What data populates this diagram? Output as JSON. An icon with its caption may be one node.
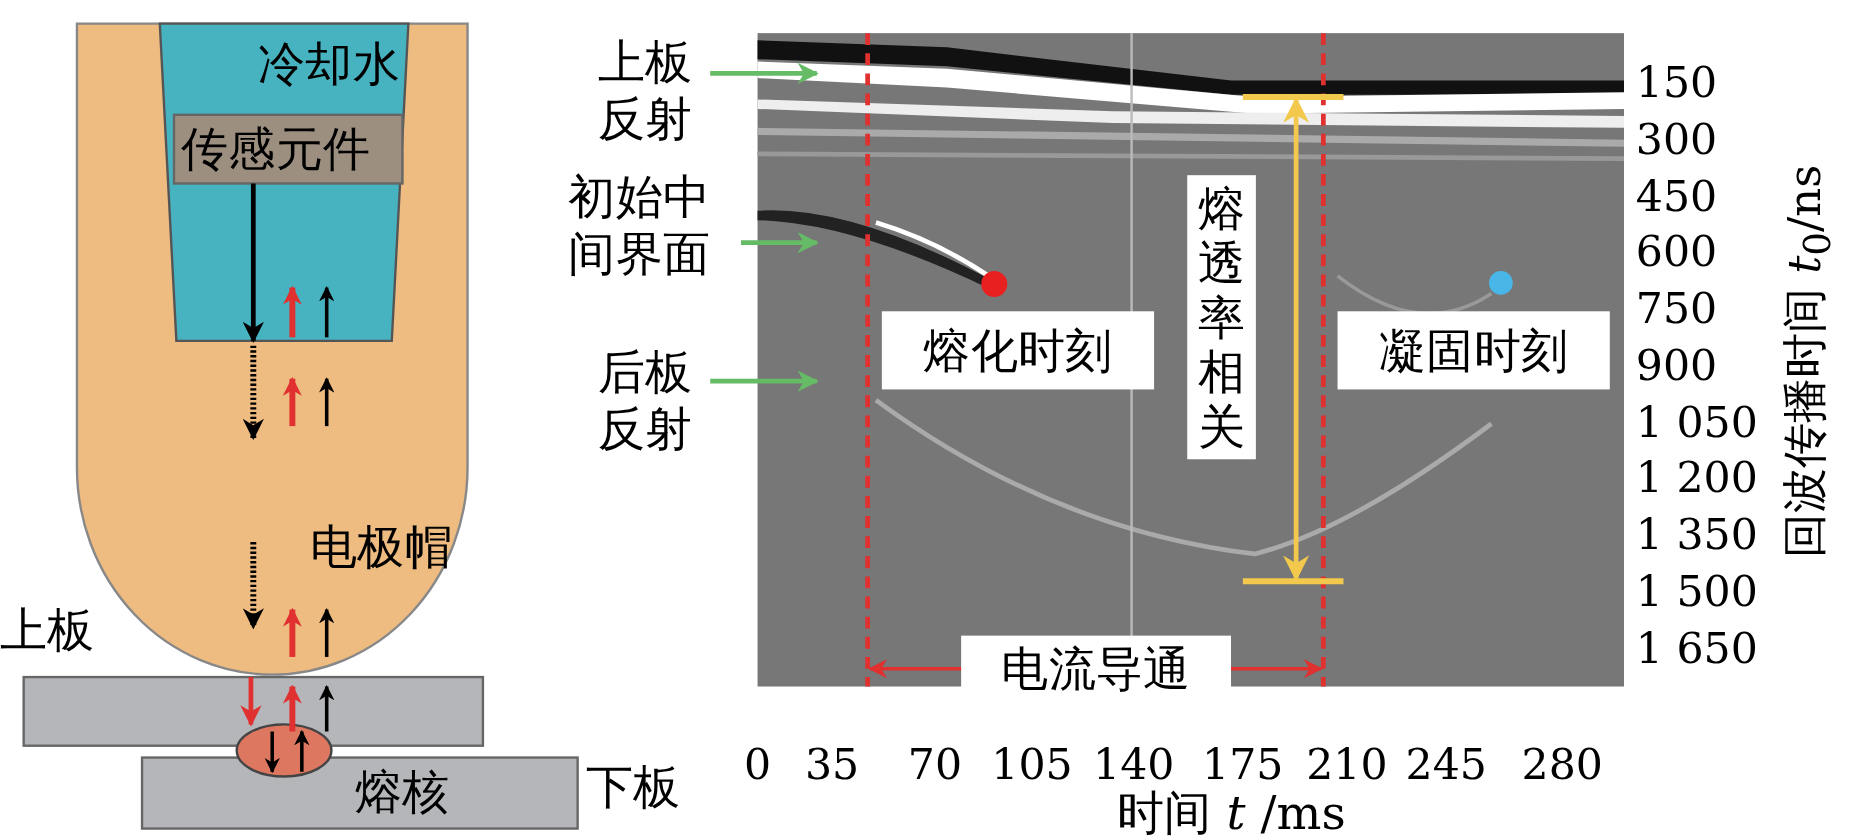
{
  "diagram": {
    "nodes": [
      {
        "text": [
          "电极帽"
        ]
      },
      {
        "text": [
          "冷却水"
        ],
        "in": 0
      },
      {
        "text": [
          "传感元件"
        ],
        "in": 1
      },
      {
        "text": [
          "上板"
        ]
      },
      {
        "text": [
          "熔核",
          "下板"
        ]
      },
      {
        "text": [],
        "shape": "ellipse"
      },
      {
        "text": [],
        "shape": "picture"
      },
      {
        "text": [
          "上板反射"
        ]
      },
      {
        "text": [
          "初始中间界面"
        ]
      },
      {
        "text": [
          "后板反射"
        ]
      },
      {
        "text": [
          "熔化时刻"
        ],
        "in": 6
      },
      {
        "text": [
          "熔透率相关"
        ],
        "in": 6
      },
      {
        "text": [
          "凝固时刻"
        ],
        "in": 6
      },
      {
        "text": [
          "电流导通"
        ],
        "in": 6
      }
    ],
    "edges": [
      {
        "from": 7,
        "to": 6,
        "arrow": "to",
        "color": "#66bb66"
      },
      {
        "from": 8,
        "to": 6,
        "arrow": "to",
        "color": "#66bb66"
      },
      {
        "from": 9,
        "to": 6,
        "arrow": "to",
        "color": "#66bb66"
      },
      {
        "from": 2,
        "to": 1,
        "arrow": "to",
        "color": "#000000"
      },
      {
        "from": 3,
        "to": 5,
        "arrow": "to",
        "color": "#e03030"
      }
    ],
    "labels": [
      "150",
      "300",
      "450",
      "600",
      "750",
      "900",
      "1 050",
      "1 200",
      "1 350",
      "1 500",
      "1 650",
      "回波传播时间 *t*$_{0}$/ns",
      "0",
      "35",
      "70",
      "105",
      "140",
      "175",
      "210",
      "245",
      "280",
      "时间 *t* /ms"
    ]
  }
}
